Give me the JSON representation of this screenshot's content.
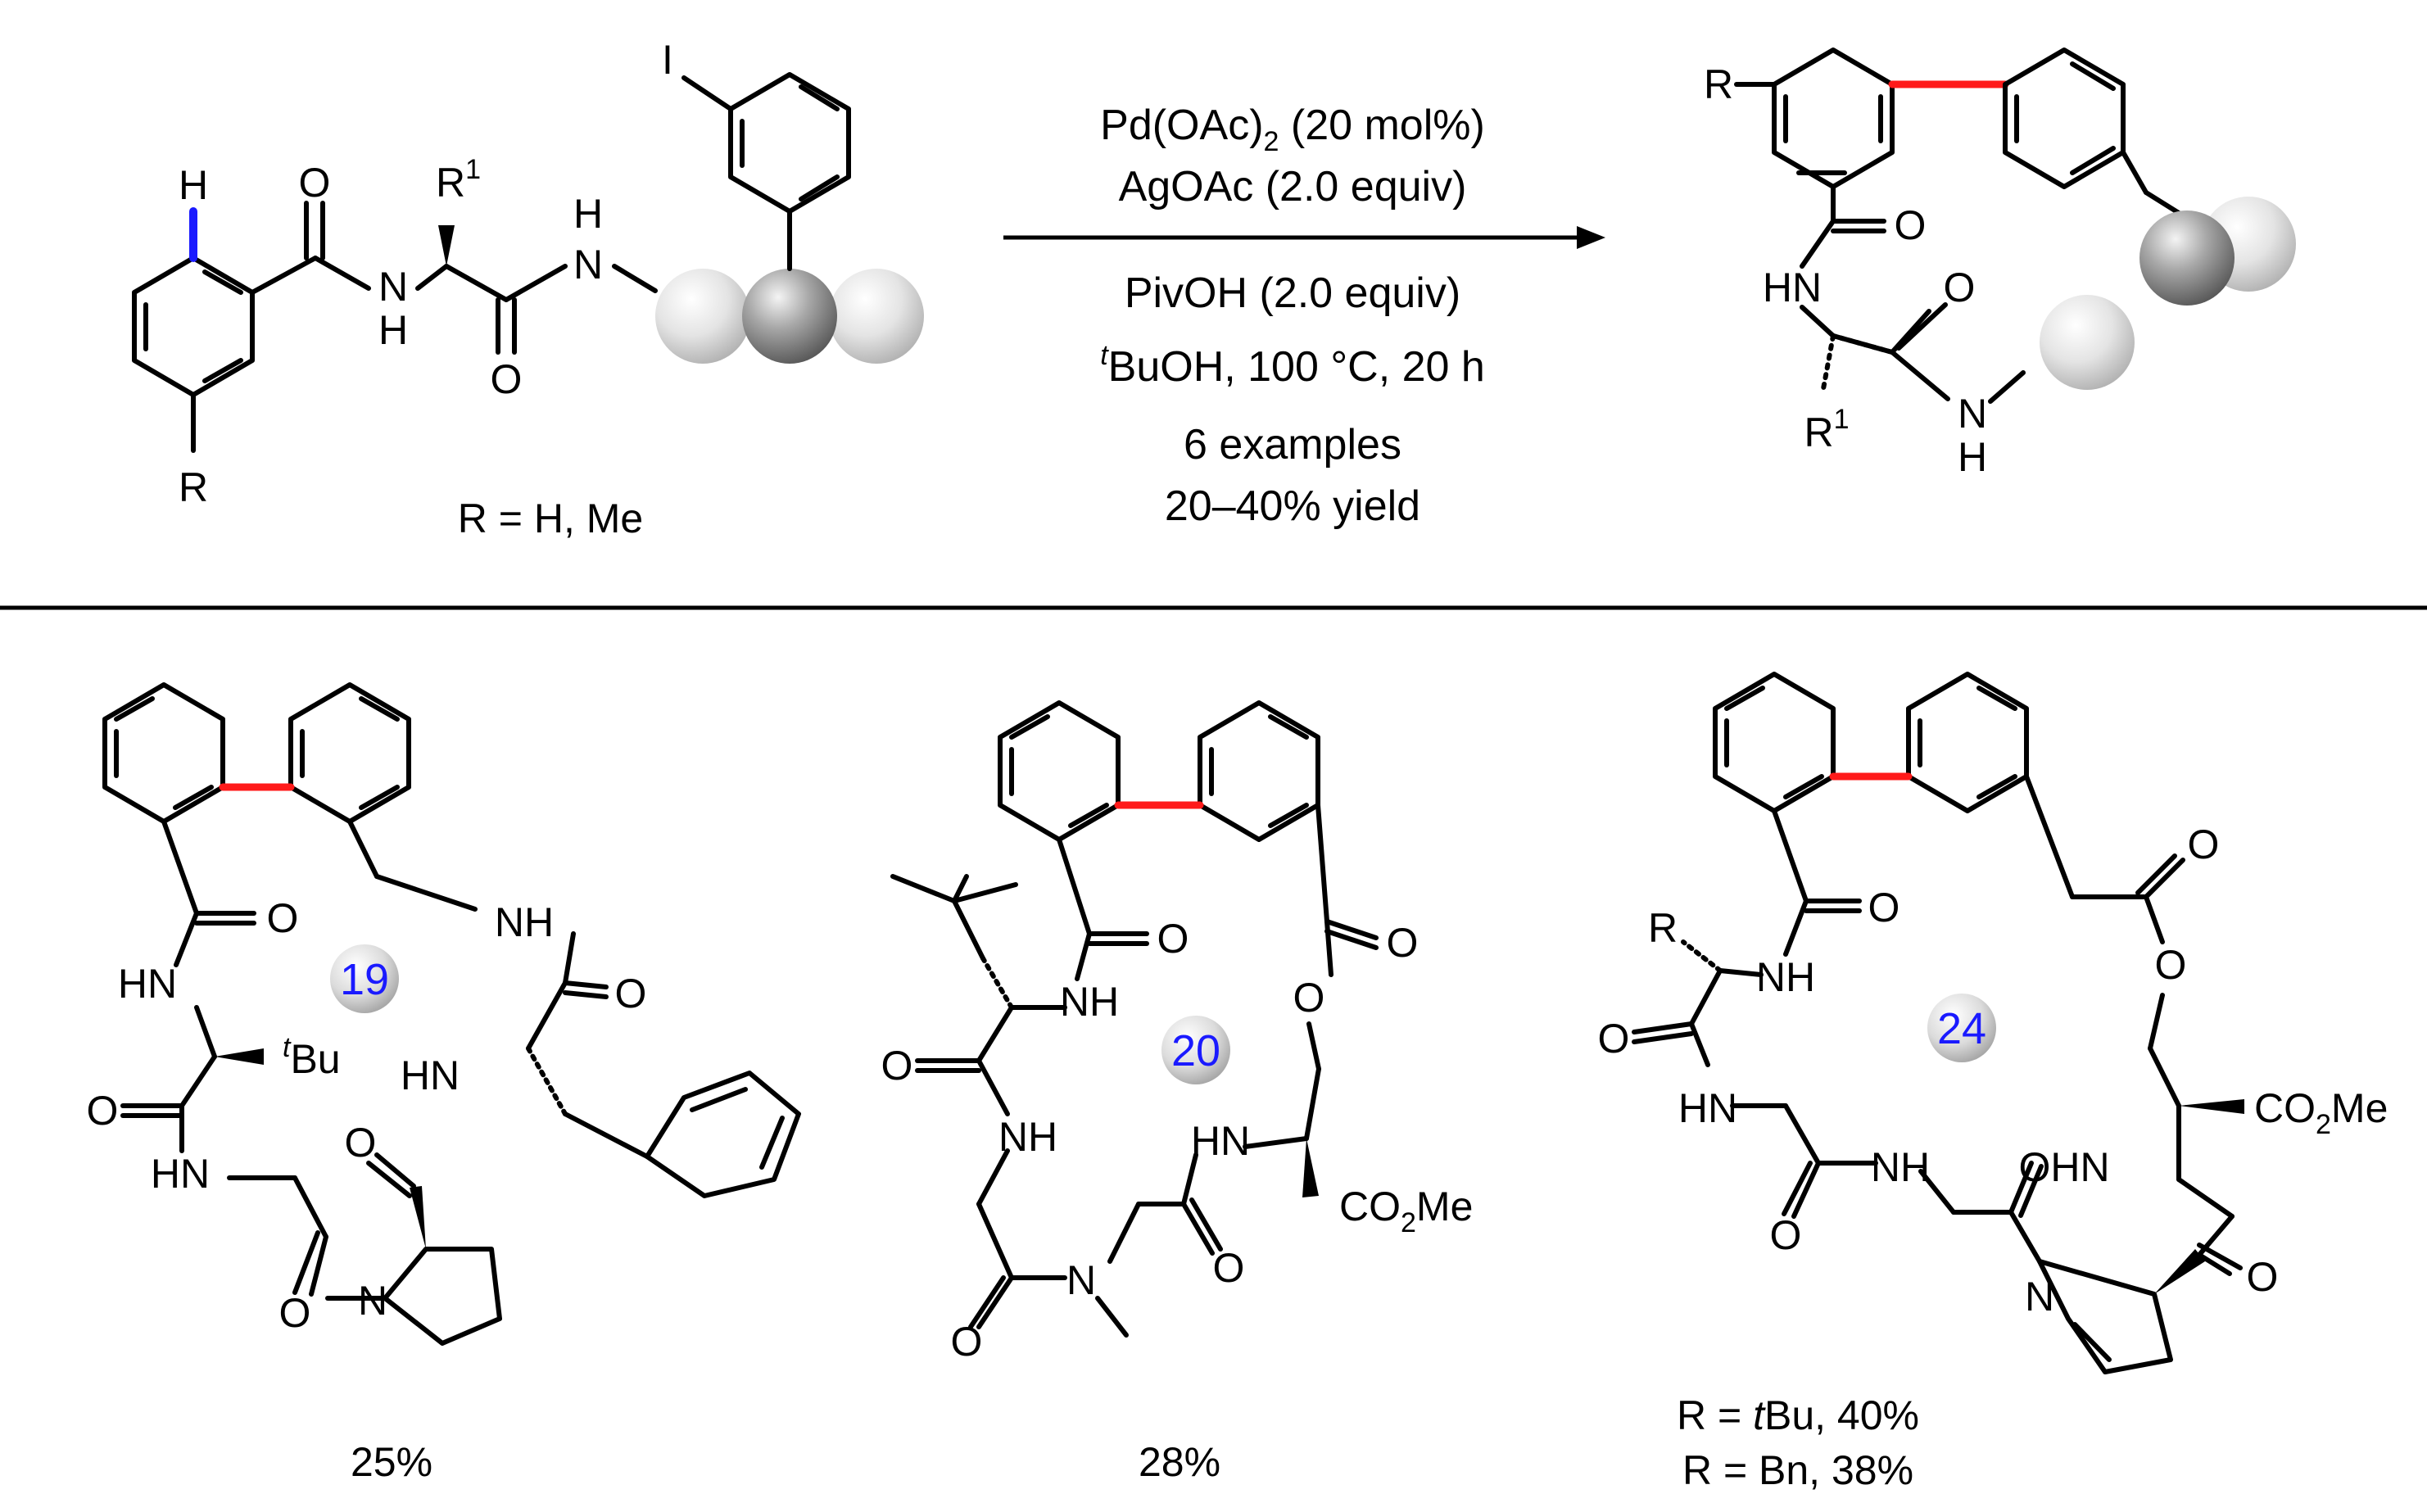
{
  "reaction": {
    "reagent_line1_main": "Pd(OAc)",
    "reagent_line1_sub": "2",
    "reagent_line1_rest": " (20 mol%)",
    "reagent_line2": "AgOAc (2.0 equiv)",
    "reagent_line3": "PivOH (2.0 equiv)",
    "solvent_prefix": "t",
    "solvent_rest": "BuOH, 100 °C, 20 h",
    "scope": "6 examples",
    "yield_range": "20–40% yield",
    "substrate_r_def": "R = H, Me"
  },
  "atoms": {
    "H": "H",
    "R": "R",
    "R1_main": "R",
    "R1_sup": "1",
    "O": "O",
    "N": "N",
    "NH": "NH",
    "HN": "HN",
    "I": "I",
    "OHN": "OHN",
    "CO2Me_a": "CO",
    "CO2Me_b": "2",
    "CO2Me_c": "Me",
    "tBu_sup": "t",
    "tBu_main": "Bu"
  },
  "compounds": [
    {
      "id": "19",
      "yield": "25%"
    },
    {
      "id": "20",
      "yield": "28%"
    },
    {
      "id": "24",
      "yield_line1_a": "R = ",
      "yield_line1_b": "t",
      "yield_line1_c": "Bu, 40%",
      "yield_line2": "R = Bn, 38%"
    }
  ],
  "colors": {
    "new_bond": "#ff1a1a",
    "ch_bond": "#1a1aff",
    "compound_number": "#1a1aff"
  }
}
